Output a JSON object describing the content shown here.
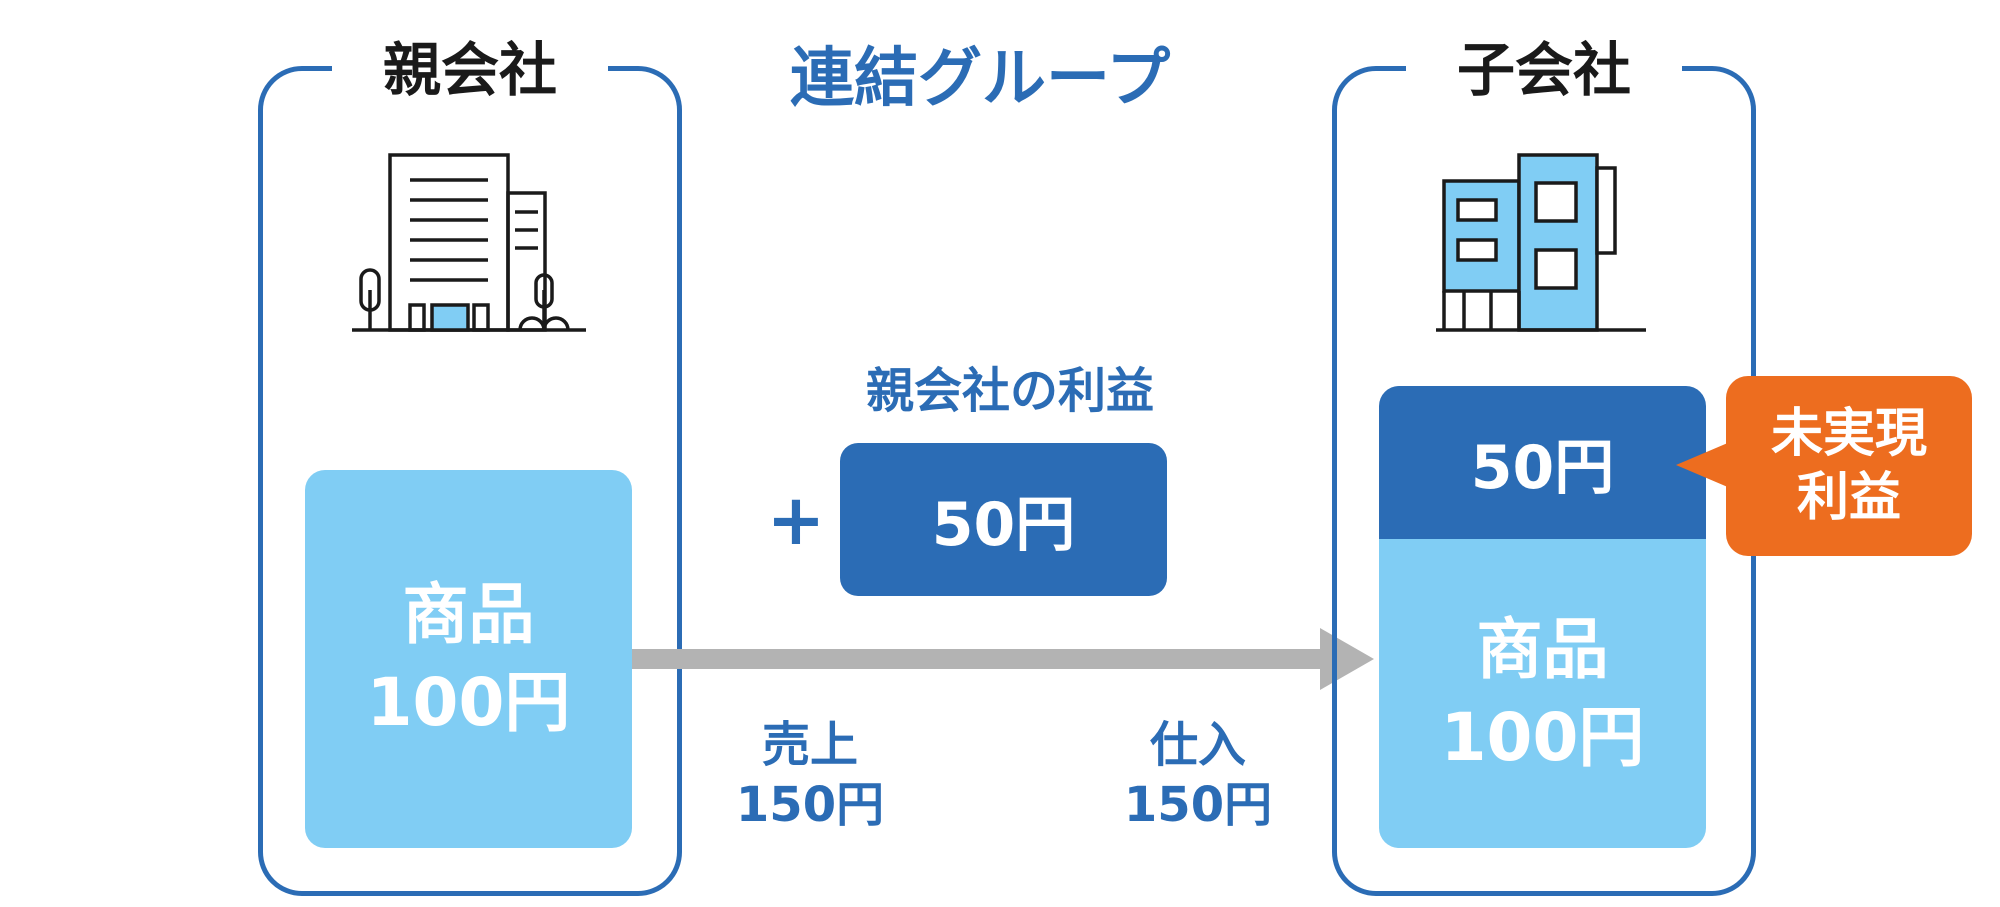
{
  "header": {
    "title": "連結グループ"
  },
  "parent": {
    "title": "親会社",
    "goods": {
      "line1": "商品",
      "line2": "100円"
    }
  },
  "subsidiary": {
    "title": "子会社",
    "profit": "50円",
    "goods": {
      "line1": "商品",
      "line2": "100円"
    }
  },
  "middle": {
    "profit_label": "親会社の利益",
    "plus": "+",
    "profit_value": "50円",
    "sales": {
      "line1": "売上",
      "line2": "150円"
    },
    "purchase": {
      "line1": "仕入",
      "line2": "150円"
    }
  },
  "callout": {
    "line1": "未実現",
    "line2": "利益"
  },
  "colors": {
    "frame_blue": "#2b6cb5",
    "light_blue": "#80cdf4",
    "arrow_gray": "#b3b3b3",
    "callout_orange": "#ed6d1f"
  }
}
